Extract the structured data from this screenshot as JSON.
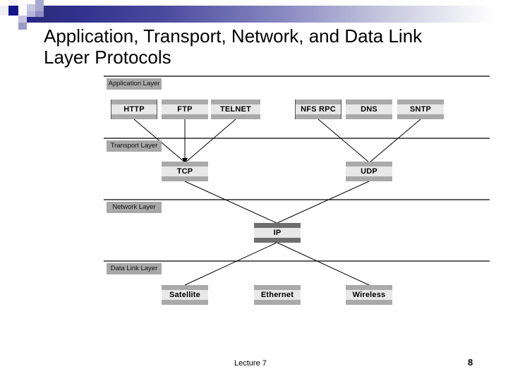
{
  "slide": {
    "title": "Application, Transport, Network, and Data Link Layer Protocols",
    "footer_left": "Lecture 7",
    "page_number": "8"
  },
  "theme": {
    "accent_dark": "#2a2a7a",
    "accent_mid": "#8e8ec4",
    "box_band": "#a9a9a9",
    "box_band_dark": "#6e6e6e",
    "box_face": "#e8e8e8",
    "layer_label_bg": "#a8a8a8",
    "line": "#000000",
    "background": "#ffffff"
  },
  "diagram": {
    "type": "layered-protocol-stack",
    "layers": [
      {
        "id": "application",
        "label": "Application Layer",
        "protocols": [
          {
            "name": "HTTP",
            "style": "light"
          },
          {
            "name": "FTP",
            "style": "light"
          },
          {
            "name": "TELNET",
            "style": "light"
          },
          {
            "name": "NFS RPC",
            "style": "light"
          },
          {
            "name": "DNS",
            "style": "light"
          },
          {
            "name": "SNTP",
            "style": "light"
          }
        ]
      },
      {
        "id": "transport",
        "label": "Transport Layer",
        "protocols": [
          {
            "name": "TCP",
            "style": "light"
          },
          {
            "name": "UDP",
            "style": "light"
          }
        ]
      },
      {
        "id": "network",
        "label": "Network Layer",
        "protocols": [
          {
            "name": "IP",
            "style": "dark"
          }
        ]
      },
      {
        "id": "datalink",
        "label": "Data Link Layer",
        "protocols": [
          {
            "name": "Satellite",
            "style": "light"
          },
          {
            "name": "Ethernet",
            "style": "light"
          },
          {
            "name": "Wireless",
            "style": "light"
          }
        ]
      }
    ],
    "connections": [
      {
        "from": "HTTP",
        "to": "TCP"
      },
      {
        "from": "FTP",
        "to": "TCP"
      },
      {
        "from": "TELNET",
        "to": "TCP"
      },
      {
        "from": "NFS RPC",
        "to": "UDP"
      },
      {
        "from": "SNTP",
        "to": "UDP"
      },
      {
        "from": "TCP",
        "to": "IP"
      },
      {
        "from": "UDP",
        "to": "IP"
      },
      {
        "from": "IP",
        "to": "Satellite"
      },
      {
        "from": "IP",
        "to": "Wireless"
      }
    ]
  }
}
